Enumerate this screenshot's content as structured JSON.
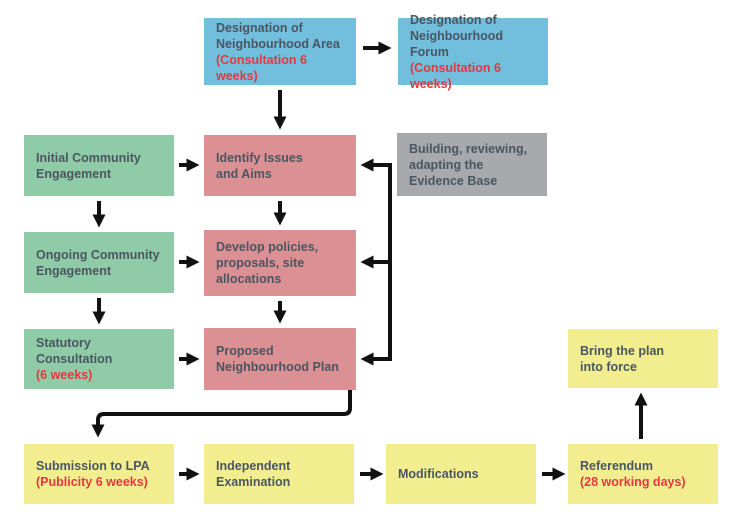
{
  "colors": {
    "background": "#ffffff",
    "blue": "#72bedd",
    "green": "#90cba7",
    "red": "#db9093",
    "gray": "#a7a9ac",
    "yellow": "#f2ee90",
    "text_dark": "#4a5661",
    "text_red": "#e5383e",
    "arrow": "#111111"
  },
  "nodes": {
    "designation_area": {
      "label": "Designation of\nNeighbourhood Area",
      "note": "(Consultation 6 weeks)"
    },
    "designation_forum": {
      "label": "Designation of\nNeighbourhood Forum",
      "note": "(Consultation 6 weeks)"
    },
    "initial_engagement": {
      "label": "Initial Community\nEngagement"
    },
    "identify_issues": {
      "label": "Identify Issues\nand Aims"
    },
    "evidence_base": {
      "label": "Building, reviewing,\nadapting the\nEvidence Base"
    },
    "ongoing_engagement": {
      "label": "Ongoing Community\nEngagement"
    },
    "develop_policies": {
      "label": "Develop policies,\nproposals, site\nallocations"
    },
    "statutory_consultation": {
      "label": "Statutory Consultation",
      "note": "(6 weeks)"
    },
    "proposed_plan": {
      "label": "Proposed\nNeighbourhood Plan"
    },
    "bring_into_force": {
      "label": "Bring the plan\ninto force"
    },
    "submission_lpa": {
      "label": "Submission to LPA",
      "note": "(Publicity 6 weeks)"
    },
    "independent_examination": {
      "label": "Independent\nExamination"
    },
    "modifications": {
      "label": "Modifications"
    },
    "referendum": {
      "label": "Referendum",
      "note": "(28 working days)"
    }
  },
  "edges": [
    {
      "from": "designation_area",
      "to": "designation_forum"
    },
    {
      "from": "designation_area",
      "to": "identify_issues"
    },
    {
      "from": "initial_engagement",
      "to": "identify_issues"
    },
    {
      "from": "initial_engagement",
      "to": "ongoing_engagement"
    },
    {
      "from": "identify_issues",
      "to": "develop_policies"
    },
    {
      "from": "ongoing_engagement",
      "to": "develop_policies"
    },
    {
      "from": "ongoing_engagement",
      "to": "statutory_consultation"
    },
    {
      "from": "develop_policies",
      "to": "proposed_plan"
    },
    {
      "from": "statutory_consultation",
      "to": "proposed_plan"
    },
    {
      "from": "evidence_base",
      "to": "identify_issues"
    },
    {
      "from": "evidence_base",
      "to": "develop_policies"
    },
    {
      "from": "evidence_base",
      "to": "proposed_plan"
    },
    {
      "from": "proposed_plan",
      "to": "submission_lpa"
    },
    {
      "from": "submission_lpa",
      "to": "independent_examination"
    },
    {
      "from": "independent_examination",
      "to": "modifications"
    },
    {
      "from": "modifications",
      "to": "referendum"
    },
    {
      "from": "referendum",
      "to": "bring_into_force"
    }
  ]
}
